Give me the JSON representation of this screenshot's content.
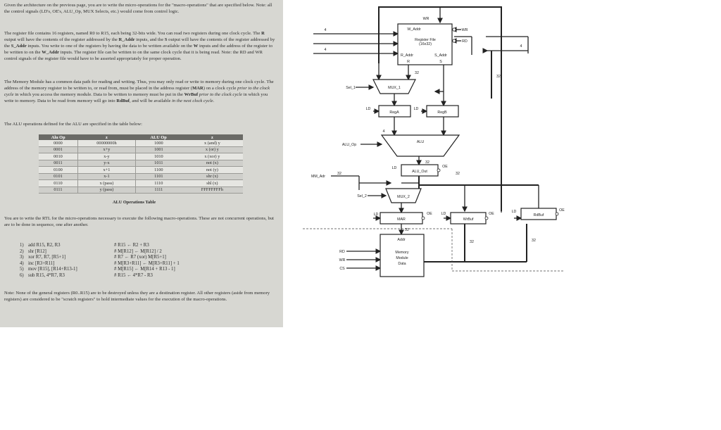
{
  "document": {
    "intro": "Given the architecture on the previous page, you are to write the micro-operations for the \"macro-operations\" that are specified below. Note: all the control signals (LD's, OE's, ALU_Op, MUX Selects, etc.) would come from control logic.",
    "p_regfile": [
      "The register file contains 16 registers, named R0 to R15, each being 32-bits wide. You can read two registers during one clock cycle. The ",
      "R",
      " output will have the contents of the register addressed by the ",
      "R_Addr",
      " inputs, and the ",
      "S",
      " output will have the contents of the register addressed by the ",
      "S_Addr",
      " inputs. You write to one of the registers by having the data to be written available on the ",
      "W",
      " inputs and the address of the register to be written to on the ",
      "W_Addr",
      " inputs. The register file can be written to on the same clock cycle that it is being read. Note: the RD and WR control signals of the register file would have to be asserted appropriately for proper operation."
    ],
    "p_memory": [
      "The Memory Module has a common data path for reading and writing. Thus, you may only read or write to memory during one clock cycle. The address of the memory register to be written to, or read from, must be placed in the address register (",
      "MAR",
      ") on a clock cycle ",
      "prior to the clock cycle",
      " in which you access the memory module. Data to be written to memory must be put in the ",
      "WrBuf",
      " ",
      "prior to the clock cycle",
      " in which you write to memory. Data to be read from memory will go into ",
      "RdBuf",
      ", and will be available ",
      "in the next clock cycle",
      "."
    ],
    "alu_intro": "The ALU operations defined for the ALU are specified in the table below:",
    "alu_table": {
      "headers": [
        "Alu Op",
        "z",
        "ALU Op",
        "z"
      ],
      "rows": [
        [
          "0000",
          "00000000h",
          "1000",
          "x (and) y"
        ],
        [
          "0001",
          "x+y",
          "1001",
          "x (or) y"
        ],
        [
          "0010",
          "x-y",
          "1010",
          "x (xor) y"
        ],
        [
          "0011",
          "y-x",
          "1011",
          "not (x)"
        ],
        [
          "0100",
          "x+1",
          "1100",
          "not (y)"
        ],
        [
          "0101",
          "x-1",
          "1101",
          "shr (x)"
        ],
        [
          "0110",
          "x (pass)",
          "1110",
          "shl (x)"
        ],
        [
          "0111",
          "y (pass)",
          "1111",
          "FFFFFFFFh"
        ]
      ],
      "caption": "ALU Operations Table"
    },
    "rtl_intro": "You are to write the RTL for the micro-operations necessary to execute the following macro-operations. These are not concurrent operations, but are to be done in sequence, one after another.",
    "ops": [
      {
        "n": "1)",
        "macro": "add   R15, R2, R3",
        "rtl": "# R15 ← R2 + R3"
      },
      {
        "n": "2)",
        "macro": "shr   [R12]",
        "rtl": "# M[R12] ← M[R12] / 2"
      },
      {
        "n": "3)",
        "macro": "xor   R7, R7, [R5+1]",
        "rtl": "# R7 ← R7 (xor) M[R5+1]"
      },
      {
        "n": "4)",
        "macro": "inc   [R3+R11]",
        "rtl": "# M[R3+R11] ← M[R3+R11] + 1"
      },
      {
        "n": "5)",
        "macro": "mov   [R15], [R14+R13-1]",
        "rtl": "# M[R15] ← M[R14 + R13 - 1]"
      },
      {
        "n": "6)",
        "macro": "sub   R15, 4*R7, R3",
        "rtl": "# R15 ← 4*R7 - R3"
      }
    ],
    "note": "Note: None of the general registers (R0..R15) are to be destroyed unless they are a destination register. All other registers (aside from memory registers) are considered to be \"scratch registers\" to hold intermediate values for the execution of the macro-operations."
  },
  "diagram": {
    "regfile": {
      "title": "Register File",
      "sub": "(16x32)",
      "w_addr": "W_Addr",
      "w": "WR",
      "r_addr": "R_Addr",
      "s_addr": "S_Addr",
      "r": "R",
      "s": "S"
    },
    "signals": {
      "wr": "WR",
      "rd": "RD",
      "sel1": "Sel_1",
      "sel2": "Sel_2",
      "ld": "LD",
      "oe": "OE",
      "alu_op": "ALU_Op",
      "mm_adr": "MM_Adr",
      "mem_rd": "RD",
      "mem_wr": "WR",
      "mem_cs": "CS"
    },
    "widths": {
      "four": "4",
      "thirtytwo": "32"
    },
    "blocks": {
      "mux1": "MUX_1",
      "rega": "RegA",
      "regb": "RegB",
      "alu": "ALU",
      "alu_out": "ALU_Out",
      "mux2": "MUX_2",
      "mar": "MAR",
      "wrbuf": "WrBuf",
      "rdbuf": "RdBuf",
      "addr": "Addr",
      "memory": "Memory",
      "module": "Module",
      "data": "Data"
    }
  }
}
